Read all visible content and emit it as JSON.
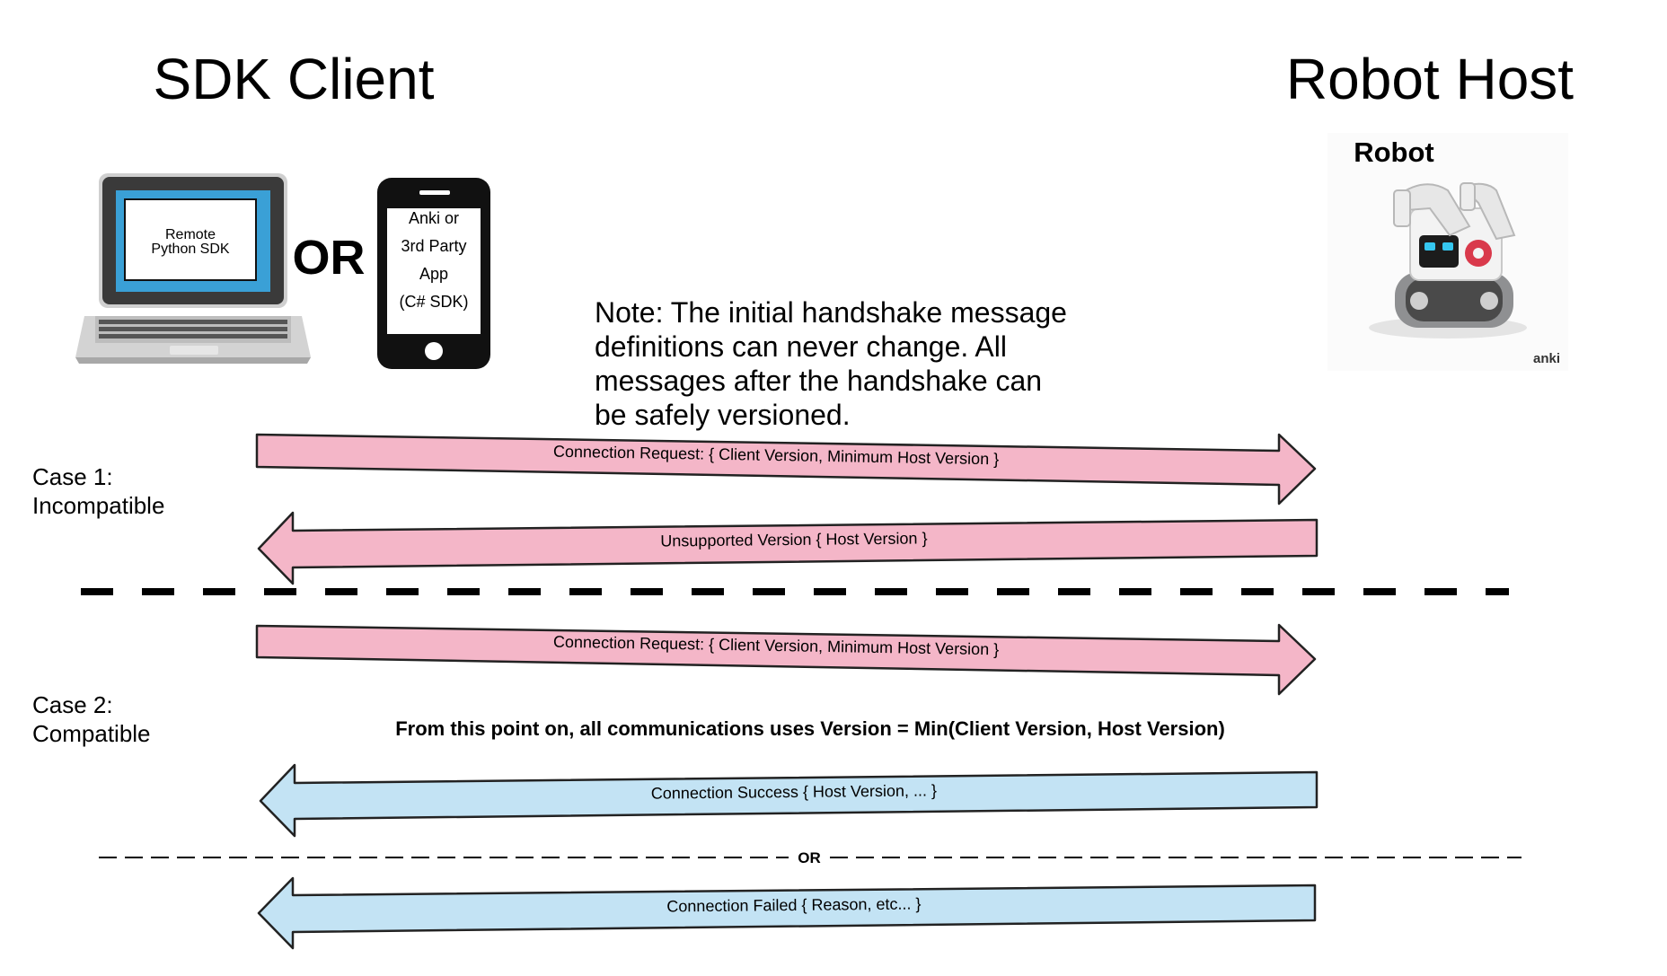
{
  "headers": {
    "left": "SDK Client",
    "right": "Robot Host"
  },
  "devices": {
    "laptop_label": [
      "Remote",
      "Python SDK"
    ],
    "or_label": "OR",
    "phone_label": [
      "Anki or",
      "3rd Party",
      "App",
      "(C# SDK)"
    ],
    "robot_label": "Robot",
    "robot_brand": "anki"
  },
  "note": [
    "Note: The initial handshake message",
    "definitions can never change. All",
    "messages after the handshake can",
    "be safely versioned."
  ],
  "cases": [
    {
      "line1": "Case 1:",
      "line2": "Incompatible"
    },
    {
      "line1": "Case 2:",
      "line2": "Compatible"
    }
  ],
  "arrows": [
    {
      "label": "Connection Request: { Client Version, Minimum Host Version }",
      "direction": "right",
      "color": "#f4b6c8"
    },
    {
      "label": "Unsupported Version { Host Version }",
      "direction": "left",
      "color": "#f4b6c8"
    },
    {
      "label": "Connection Request: { Client Version, Minimum Host Version }",
      "direction": "right",
      "color": "#f4b6c8"
    },
    {
      "label": "Connection Success { Host Version, ... }",
      "direction": "left",
      "color": "#c3e3f4"
    },
    {
      "label": "Connection Failed { Reason, etc... }",
      "direction": "left",
      "color": "#c3e3f4"
    }
  ],
  "version_note": "From this point on, all communications uses Version = Min(Client Version, Host Version)",
  "divider_or": "OR"
}
